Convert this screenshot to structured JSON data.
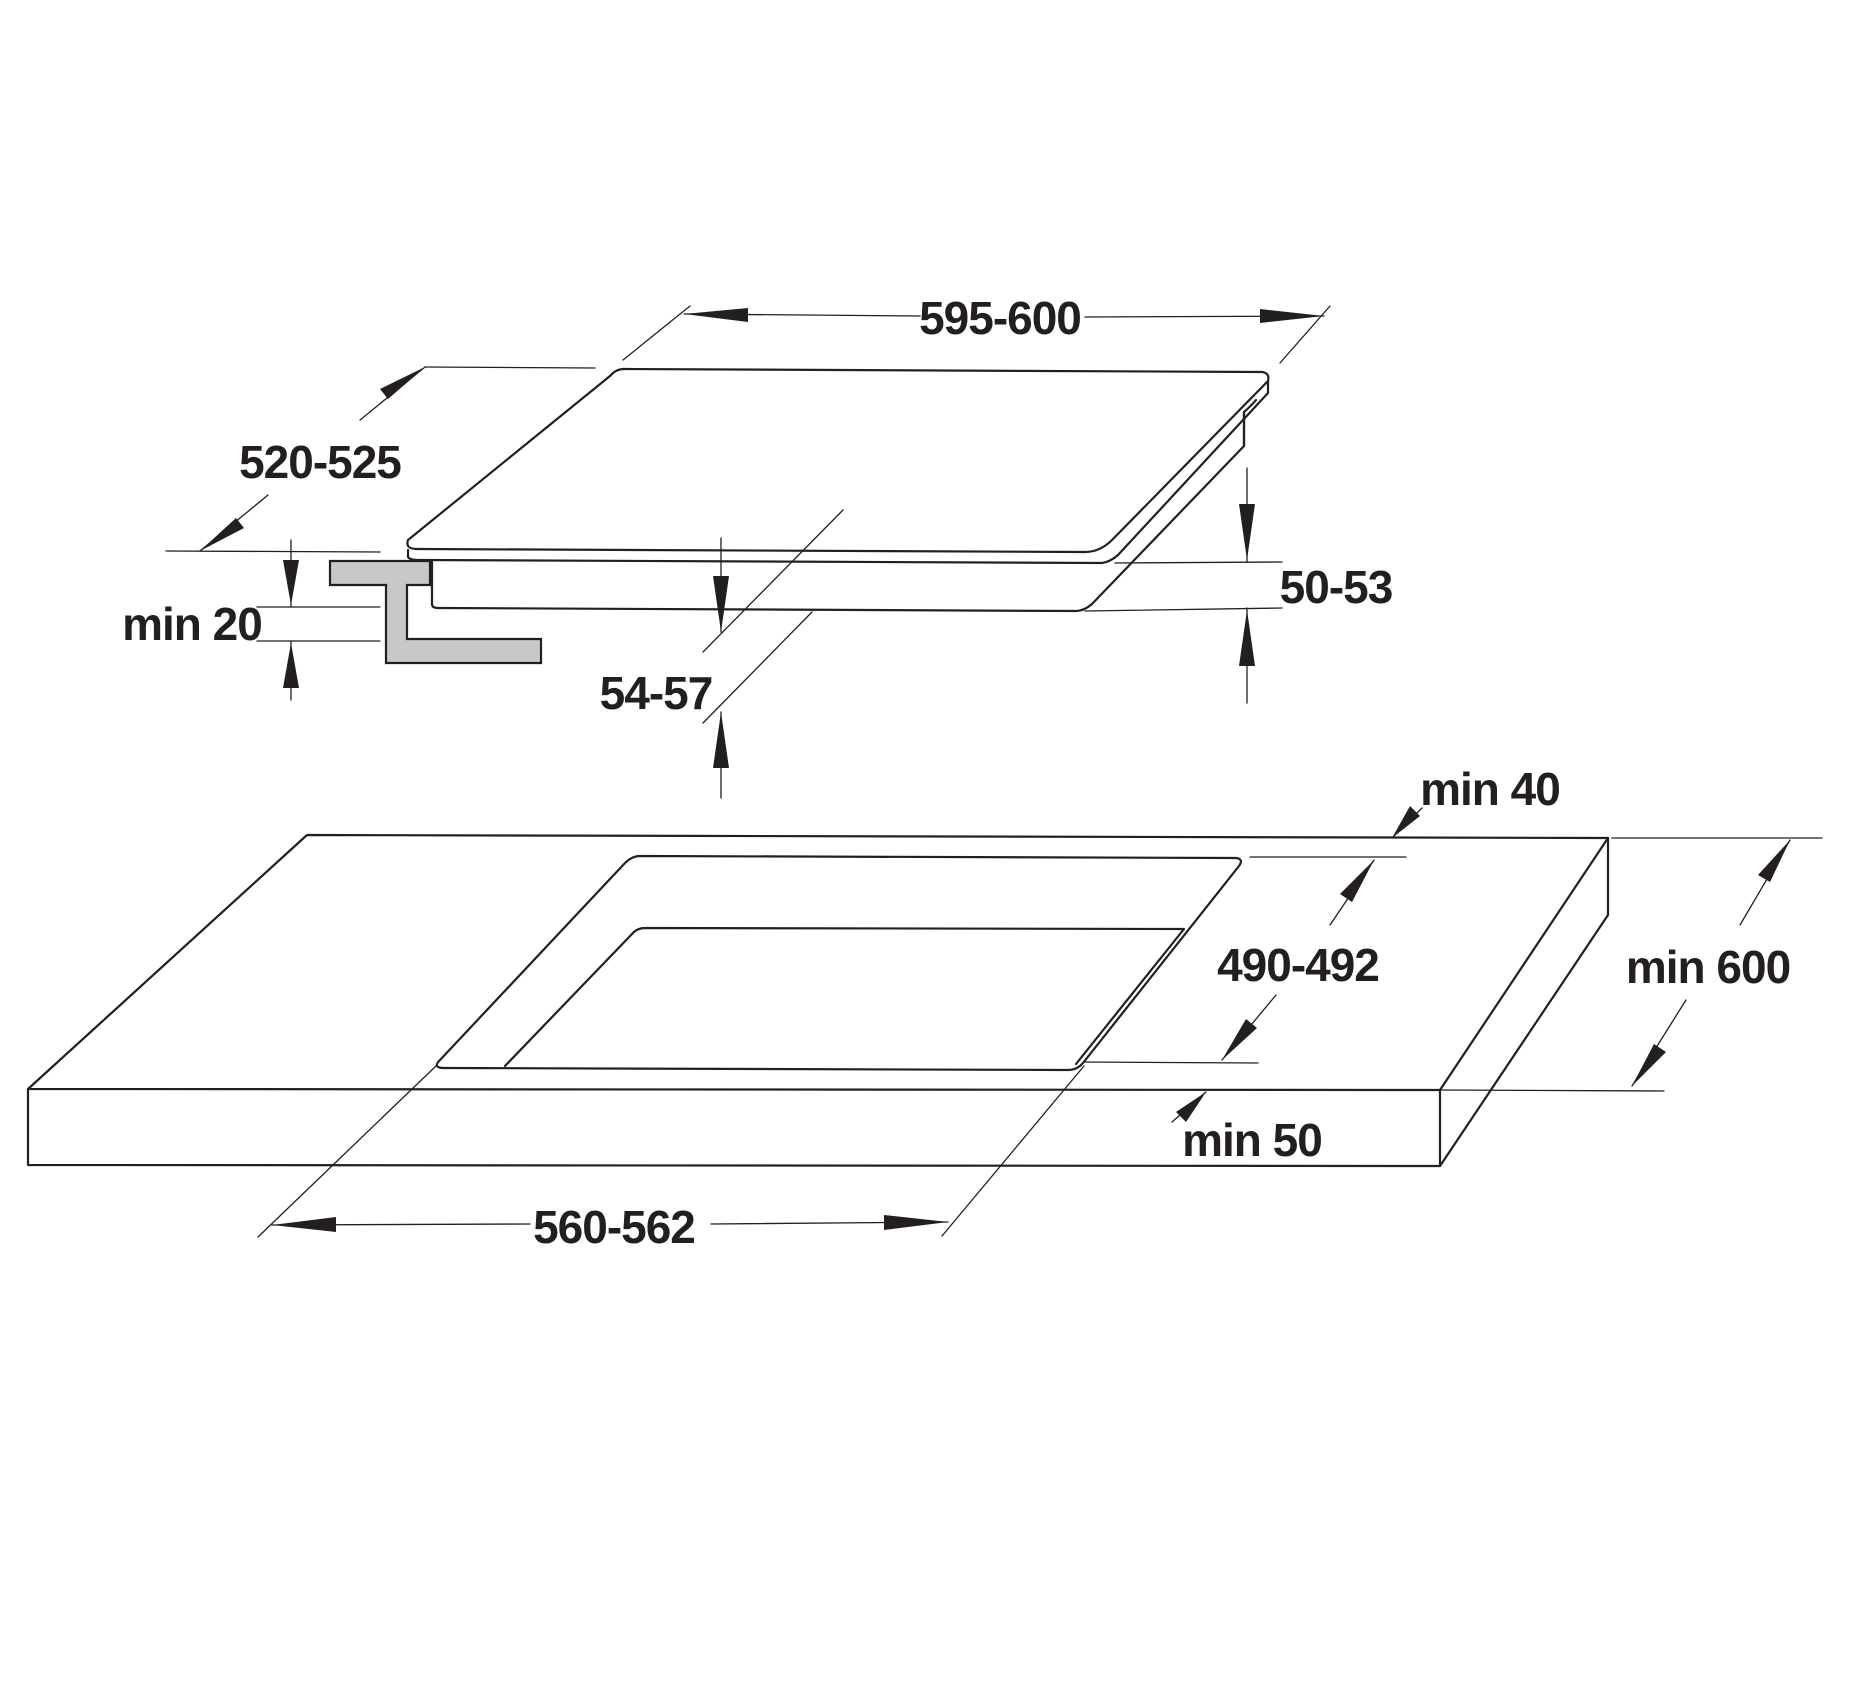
{
  "diagram": {
    "dimensions": {
      "hob_width": "595-600",
      "hob_depth": "520-525",
      "worktop_min_thickness": "min 20",
      "hob_height": "50-53",
      "recess_depth": "54-57",
      "cutout_width": "560-562",
      "cutout_depth": "490-492",
      "min_rear_distance": "min 40",
      "min_front_distance": "min 50",
      "min_worktop_depth": "min 600"
    },
    "colors": {
      "line": "#231f20",
      "bracket_fill": "#c8c8c8",
      "background": "#ffffff"
    }
  }
}
